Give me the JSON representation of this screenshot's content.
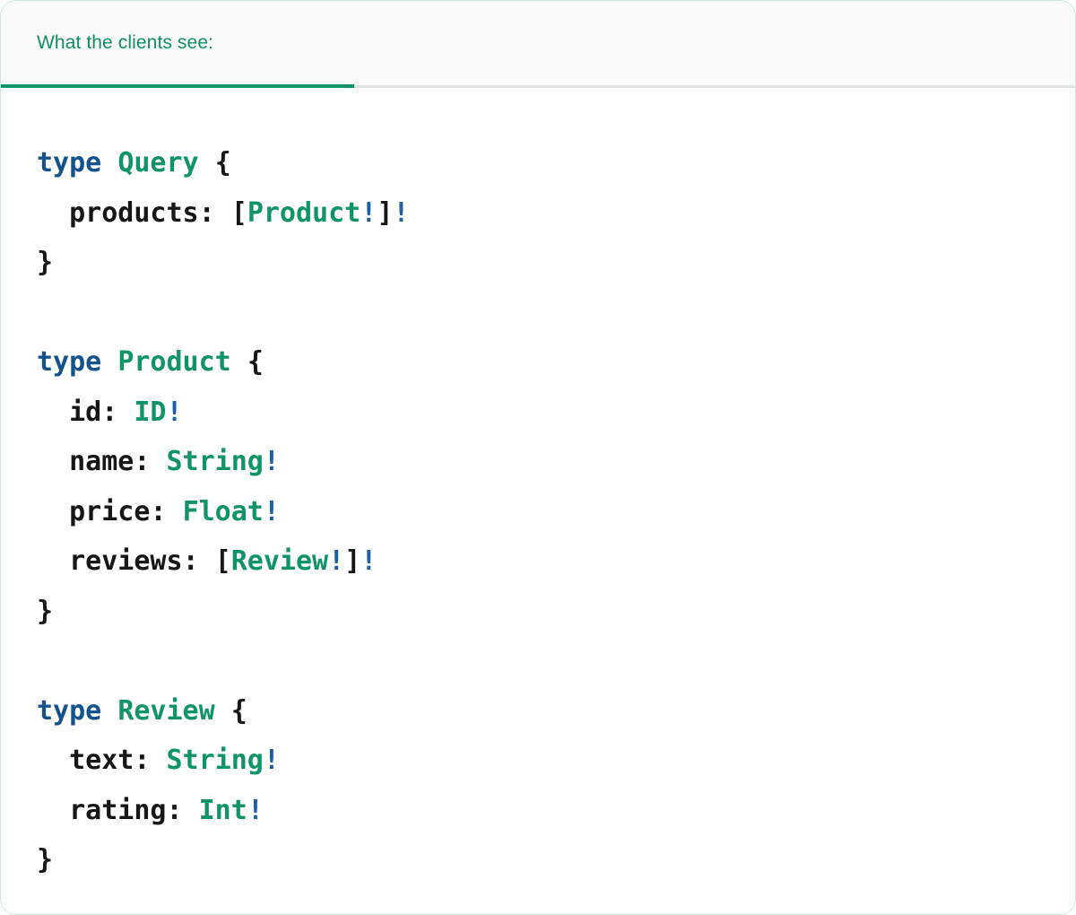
{
  "card": {
    "border_color": "#cfe8dc",
    "background": "#ffffff"
  },
  "tabs": {
    "active_index": 0,
    "items": [
      {
        "label": "What the clients see:",
        "active": true
      }
    ],
    "active_color": "#0e8f63",
    "active_underline_color": "#0f9468",
    "inactive_underline_color": "#e4e4e4",
    "strip_background": "#fafafa"
  },
  "code": {
    "language": "graphql",
    "colors": {
      "keyword": "#14528c",
      "type_name": "#0e9466",
      "non_null": "#1a5fa8",
      "punctuation": "#17171a",
      "field": "#17171a"
    },
    "text": "type Query {\n  products: [Product!]!\n}\n\ntype Product {\n  id: ID!\n  name: String!\n  price: Float!\n  reviews: [Review!]!\n}\n\ntype Review {\n  text: String!\n  rating: Int!\n}",
    "lines": [
      {
        "id": "l1",
        "tokens": [
          {
            "t": "type",
            "c": "kw"
          },
          {
            "t": " ",
            "c": "pun"
          },
          {
            "t": "Query",
            "c": "tn"
          },
          {
            "t": " ",
            "c": "pun"
          },
          {
            "t": "{",
            "c": "pun"
          }
        ]
      },
      {
        "id": "l2",
        "tokens": [
          {
            "t": "  products",
            "c": "fld"
          },
          {
            "t": ": ",
            "c": "pun"
          },
          {
            "t": "[",
            "c": "pun"
          },
          {
            "t": "Product",
            "c": "tn"
          },
          {
            "t": "!",
            "c": "bang"
          },
          {
            "t": "]",
            "c": "pun"
          },
          {
            "t": "!",
            "c": "bang"
          }
        ]
      },
      {
        "id": "l3",
        "tokens": [
          {
            "t": "}",
            "c": "pun"
          }
        ]
      },
      {
        "id": "l4",
        "tokens": []
      },
      {
        "id": "l5",
        "tokens": [
          {
            "t": "type",
            "c": "kw"
          },
          {
            "t": " ",
            "c": "pun"
          },
          {
            "t": "Product",
            "c": "tn"
          },
          {
            "t": " ",
            "c": "pun"
          },
          {
            "t": "{",
            "c": "pun"
          }
        ]
      },
      {
        "id": "l6",
        "tokens": [
          {
            "t": "  id",
            "c": "fld"
          },
          {
            "t": ": ",
            "c": "pun"
          },
          {
            "t": "ID",
            "c": "tn"
          },
          {
            "t": "!",
            "c": "bang"
          }
        ]
      },
      {
        "id": "l7",
        "tokens": [
          {
            "t": "  name",
            "c": "fld"
          },
          {
            "t": ": ",
            "c": "pun"
          },
          {
            "t": "String",
            "c": "tn"
          },
          {
            "t": "!",
            "c": "bang"
          }
        ]
      },
      {
        "id": "l8",
        "tokens": [
          {
            "t": "  price",
            "c": "fld"
          },
          {
            "t": ": ",
            "c": "pun"
          },
          {
            "t": "Float",
            "c": "tn"
          },
          {
            "t": "!",
            "c": "bang"
          }
        ]
      },
      {
        "id": "l9",
        "tokens": [
          {
            "t": "  reviews",
            "c": "fld"
          },
          {
            "t": ": ",
            "c": "pun"
          },
          {
            "t": "[",
            "c": "pun"
          },
          {
            "t": "Review",
            "c": "tn"
          },
          {
            "t": "!",
            "c": "bang"
          },
          {
            "t": "]",
            "c": "pun"
          },
          {
            "t": "!",
            "c": "bang"
          }
        ]
      },
      {
        "id": "l10",
        "tokens": [
          {
            "t": "}",
            "c": "pun"
          }
        ]
      },
      {
        "id": "l11",
        "tokens": []
      },
      {
        "id": "l12",
        "tokens": [
          {
            "t": "type",
            "c": "kw"
          },
          {
            "t": " ",
            "c": "pun"
          },
          {
            "t": "Review",
            "c": "tn"
          },
          {
            "t": " ",
            "c": "pun"
          },
          {
            "t": "{",
            "c": "pun"
          }
        ]
      },
      {
        "id": "l13",
        "tokens": [
          {
            "t": "  text",
            "c": "fld"
          },
          {
            "t": ": ",
            "c": "pun"
          },
          {
            "t": "String",
            "c": "tn"
          },
          {
            "t": "!",
            "c": "bang"
          }
        ]
      },
      {
        "id": "l14",
        "tokens": [
          {
            "t": "  rating",
            "c": "fld"
          },
          {
            "t": ": ",
            "c": "pun"
          },
          {
            "t": "Int",
            "c": "tn"
          },
          {
            "t": "!",
            "c": "bang"
          }
        ]
      },
      {
        "id": "l15",
        "tokens": [
          {
            "t": "}",
            "c": "pun"
          }
        ]
      }
    ]
  }
}
